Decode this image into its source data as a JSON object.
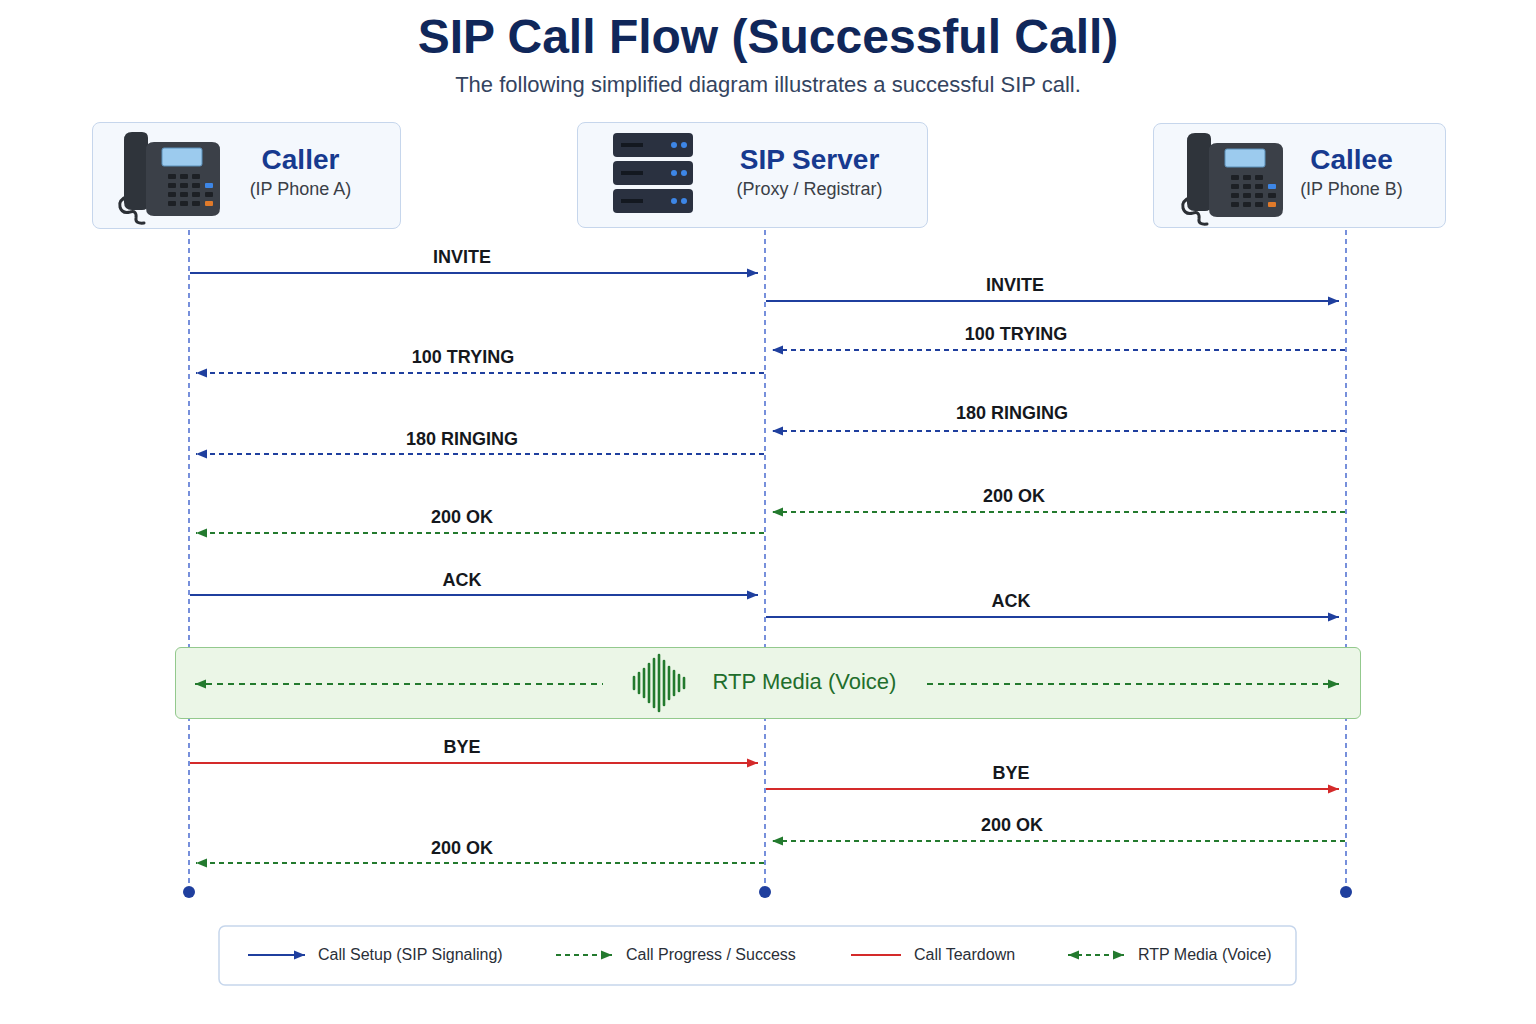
{
  "diagram": {
    "title": "SIP Call Flow (Successful Call)",
    "caption": "The following simplified diagram illustrates a successful SIP call.",
    "nodes": [
      {
        "text": [
          "Caller",
          "(IP Phone A)"
        ]
      },
      {
        "text": [
          "SIP Server",
          "(Proxy / Registrar)"
        ]
      },
      {
        "text": [
          "Callee",
          "(IP Phone B)"
        ]
      },
      {
        "text": [
          "RTP Media (Voice)"
        ]
      }
    ],
    "edges": [
      {
        "from": 0,
        "to": 1,
        "arrow": "to",
        "label": "INVITE"
      },
      {
        "from": 1,
        "to": 2,
        "arrow": "to",
        "label": "INVITE"
      },
      {
        "from": 2,
        "to": 1,
        "arrow": "to",
        "label": "100 TRYING"
      },
      {
        "from": 1,
        "to": 0,
        "arrow": "to",
        "label": "100 TRYING"
      },
      {
        "from": 2,
        "to": 1,
        "arrow": "to",
        "label": "180 RINGING"
      },
      {
        "from": 1,
        "to": 0,
        "arrow": "to",
        "label": "180 RINGING"
      },
      {
        "from": 2,
        "to": 1,
        "arrow": "to",
        "label": "200 OK"
      },
      {
        "from": 1,
        "to": 0,
        "arrow": "to",
        "label": "200 OK"
      },
      {
        "from": 0,
        "to": 1,
        "arrow": "to",
        "label": "ACK"
      },
      {
        "from": 1,
        "to": 2,
        "arrow": "to",
        "label": "ACK"
      },
      {
        "from": 0,
        "to": 2,
        "arrow": "both"
      },
      {
        "from": 0,
        "to": 1,
        "arrow": "to",
        "label": "BYE"
      },
      {
        "from": 1,
        "to": 2,
        "arrow": "to",
        "label": "BYE"
      },
      {
        "from": 2,
        "to": 1,
        "arrow": "to",
        "label": "200 OK"
      },
      {
        "from": 1,
        "to": 0,
        "arrow": "to",
        "label": "200 OK"
      }
    ],
    "legend": [
      {
        "text": "Call Setup (SIP Signaling)"
      },
      {
        "text": "Call Progress / Success"
      },
      {
        "text": "Call Teardown"
      },
      {
        "text": "RTP Media (Voice)"
      }
    ]
  }
}
